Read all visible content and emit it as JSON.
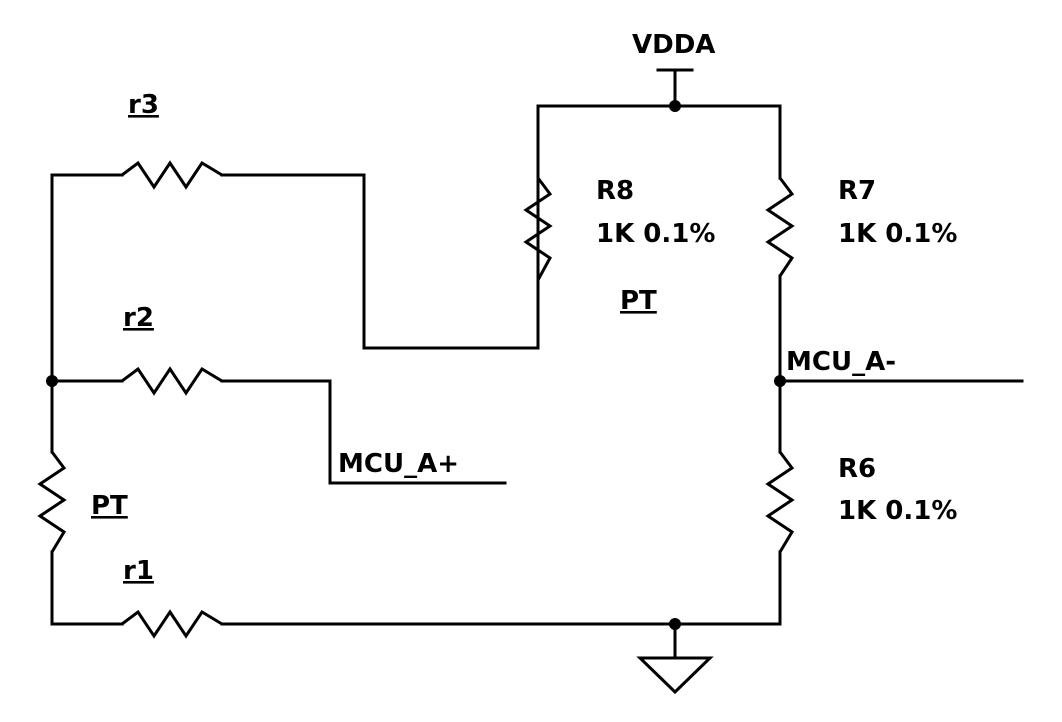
{
  "supply": {
    "label": "VDDA"
  },
  "resistors": {
    "r1": {
      "designator": "r1"
    },
    "r2": {
      "designator": "r2"
    },
    "r3": {
      "designator": "r3"
    },
    "pt_left": {
      "designator": "PT"
    },
    "pt_center": {
      "designator": "PT"
    },
    "R6": {
      "designator": "R6",
      "value": "1K 0.1%"
    },
    "R7": {
      "designator": "R7",
      "value": "1K 0.1%"
    },
    "R8": {
      "designator": "R8",
      "value": "1K 0.1%"
    }
  },
  "nets": {
    "mcu_a_plus": "MCU_A+",
    "mcu_a_minus": "MCU_A-"
  },
  "colors": {
    "line": "#000000",
    "background": "#ffffff"
  }
}
